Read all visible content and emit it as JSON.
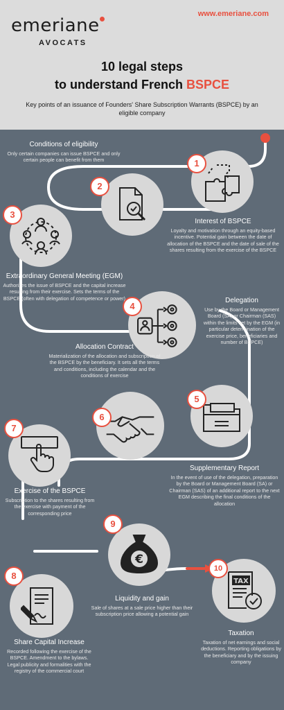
{
  "header": {
    "url": "www.emeriane.com",
    "logo_name": "emeriane",
    "logo_sub": "AVOCATS",
    "title_line1": "10 legal steps",
    "title_line2_prefix": "to understand French ",
    "title_line2_accent": "BSPCE",
    "subtitle": "Key points of an issuance of Founders' Share Subscription Warrants (BSPCE) by an eligible company"
  },
  "colors": {
    "accent": "#e8503f",
    "background": "#5f6b77",
    "header_bg": "#dcdcdc",
    "circle_bg": "#d8d8d8",
    "track": "#ffffff"
  },
  "steps": [
    {
      "number": "1",
      "icon": "puzzle-icon",
      "title": "Interest of BSPCE",
      "text": "Loyalty and motivation through an equity-based incentive. Potential gain between the date of allocation of the BSPCE and the date of sale of the shares resulting from the exercise of the BSPCE"
    },
    {
      "number": "2",
      "icon": "document-magnifier-icon",
      "title": "Conditions of eligibility",
      "text": "Only certain companies can issue BSPCE and only certain people can benefit from them"
    },
    {
      "number": "3",
      "icon": "meeting-icon",
      "title": "Extraordinary General Meeting (EGM)",
      "text": "Authorizes the issue of BSPCE and the capital increase resulting from their exercise. Sets the terms of the BSPCE (often with delegation of competence or power)"
    },
    {
      "number": "4",
      "icon": "delegation-gears-icon",
      "title": "Delegation",
      "text": "Use by the Board or Management Board (SA) or Chairman (SAS) within the limits set by the EGM (in particular determination of the exercise price, beneficiaries and number of BSPCE)"
    },
    {
      "number": "5",
      "icon": "folder-icon",
      "title": "Supplementary Report",
      "text": "In the event of use of the delegation, preparation by the Board or Management Board (SA) or Chairman (SAS) of an additional report to the next EGM describing the final conditions of the allocation"
    },
    {
      "number": "6",
      "icon": "handshake-icon",
      "title": "Allocation Contract",
      "text": "Materialization of the allocation and subscription of the BSPCE by the beneficiary. It sets all the terms and conditions, including the calendar and the conditions of exercise"
    },
    {
      "number": "7",
      "icon": "click-button-icon",
      "title": "Exercise of the BSPCE",
      "text": "Subscription to the shares resulting from the exercise with payment of the corresponding price"
    },
    {
      "number": "8",
      "icon": "contract-pen-icon",
      "title": "Share Capital Increase",
      "text": "Recorded following the exercise of the BSPCE. Amendment to the bylaws. Legal publicity and formalities with the registry of the commercial court"
    },
    {
      "number": "9",
      "icon": "euro-bag-icon",
      "title": "Liquidity and gain",
      "text": "Sale of shares at a sale price higher than their subscription price allowing a potential gain"
    },
    {
      "number": "10",
      "icon": "tax-document-icon",
      "title": "Taxation",
      "text": "Taxation of net earnings and social deductions. Reporting obligations by the beneficiary and by the issuing company"
    }
  ]
}
